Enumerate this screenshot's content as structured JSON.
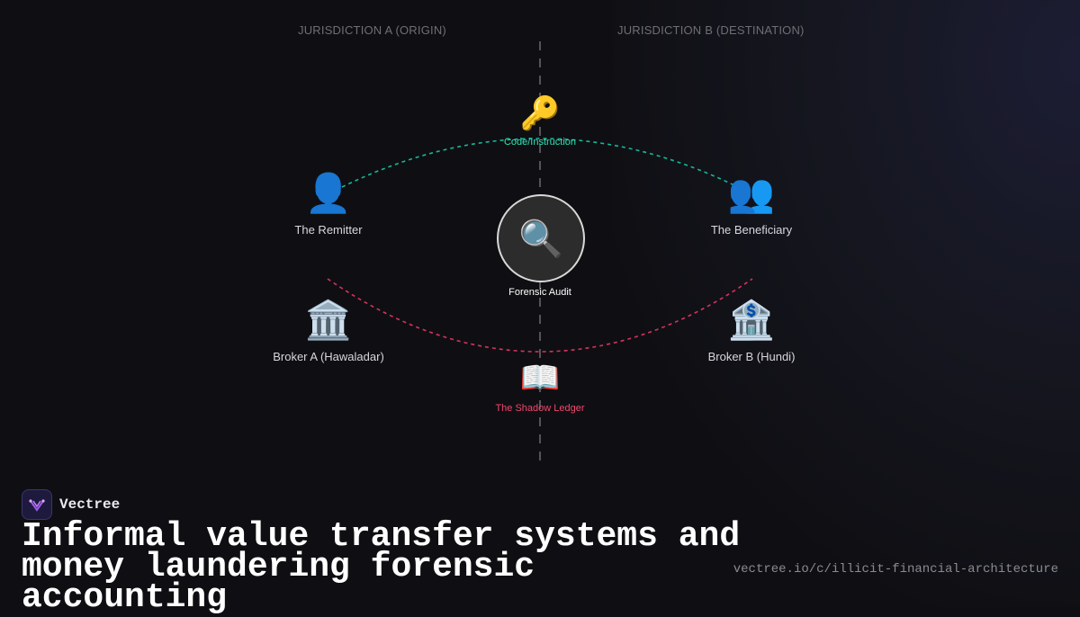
{
  "diagram": {
    "jurisdiction_a": "JURISDICTION A (ORIGIN)",
    "jurisdiction_b": "JURISDICTION B (DESTINATION)",
    "nodes": {
      "code": {
        "label": "Code/Instruction",
        "icon": "key-icon",
        "glyph": "🔑"
      },
      "remitter": {
        "label": "The Remitter",
        "icon": "person-icon",
        "glyph": "👤"
      },
      "beneficiary": {
        "label": "The Beneficiary",
        "icon": "people-icon",
        "glyph": "👥"
      },
      "audit": {
        "label": "Forensic Audit",
        "icon": "magnifier-icon",
        "glyph": "🔍"
      },
      "broker_a": {
        "label": "Broker A (Hawaladar)",
        "icon": "classical-building-icon",
        "glyph": "🏛️"
      },
      "broker_b": {
        "label": "Broker B (Hundi)",
        "icon": "bank-icon",
        "glyph": "🏦"
      },
      "ledger": {
        "label": "The Shadow Ledger",
        "icon": "open-book-icon",
        "glyph": "📖"
      }
    },
    "colors": {
      "instruction_arc": "#14b89a",
      "ledger_arc": "#d6335c",
      "code_label": "#2ee6b6",
      "ledger_label": "#f0476e"
    }
  },
  "footer": {
    "brand": "Vectree",
    "headline": "Informal value transfer systems and money laundering forensic accounting",
    "url": "vectree.io/c/illicit-financial-architecture"
  }
}
